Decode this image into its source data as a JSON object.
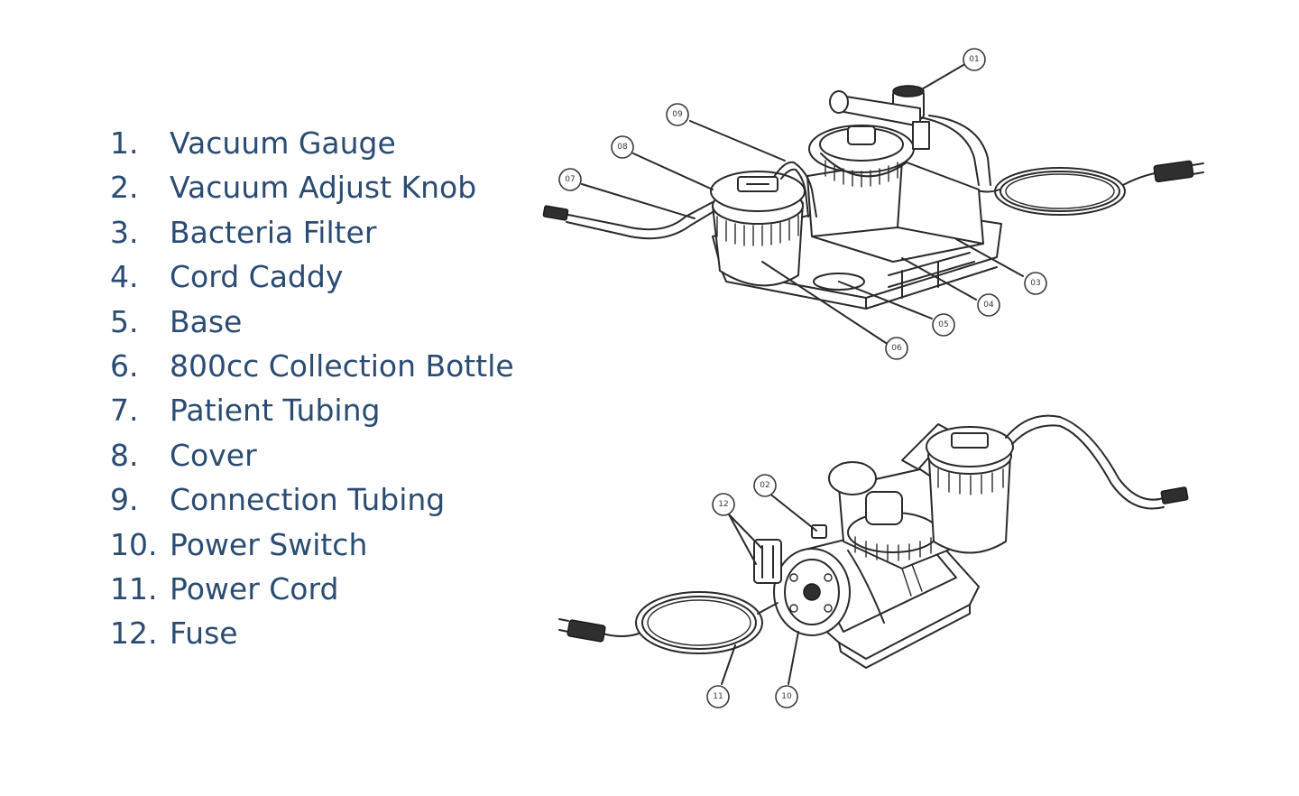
{
  "legend": [
    {
      "num": "1.",
      "label": "Vacuum Gauge"
    },
    {
      "num": "2.",
      "label": "Vacuum Adjust Knob"
    },
    {
      "num": "3.",
      "label": "Bacteria Filter"
    },
    {
      "num": "4.",
      "label": "Cord Caddy"
    },
    {
      "num": "5.",
      "label": "Base"
    },
    {
      "num": "6.",
      "label": "800cc Collection Bottle"
    },
    {
      "num": "7.",
      "label": "Patient Tubing"
    },
    {
      "num": "8.",
      "label": "Cover"
    },
    {
      "num": "9.",
      "label": "Connection Tubing"
    },
    {
      "num": "10.",
      "label": "Power Switch"
    },
    {
      "num": "11.",
      "label": "Power Cord"
    },
    {
      "num": "12.",
      "label": "Fuse"
    }
  ],
  "callouts": {
    "c01": "01",
    "c02": "02",
    "c03": "03",
    "c04": "04",
    "c05": "05",
    "c06": "06",
    "c07": "07",
    "c08": "08",
    "c09": "09",
    "c10": "10",
    "c11": "11",
    "c12": "12"
  },
  "colors": {
    "legend_text": "#2b4c72",
    "line_art": "#2a2a2a"
  }
}
